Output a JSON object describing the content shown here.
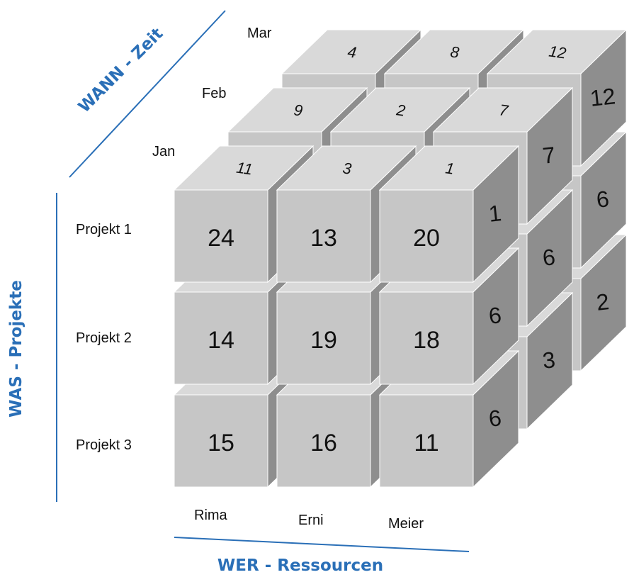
{
  "axes": {
    "time": {
      "title": "WANN - Zeit",
      "labels": [
        "Jan",
        "Feb",
        "Mar"
      ]
    },
    "projects": {
      "title": "WAS - Projekte",
      "labels": [
        "Projekt 1",
        "Projekt 2",
        "Projekt 3"
      ]
    },
    "resources": {
      "title": "WER - Ressourcen",
      "labels": [
        "Rima",
        "Erni",
        "Meier"
      ]
    }
  },
  "front_face": [
    [
      "24",
      "13",
      "20"
    ],
    [
      "14",
      "19",
      "18"
    ],
    [
      "15",
      "16",
      "11"
    ]
  ],
  "top_face": {
    "jan": [
      "11",
      "3",
      "1"
    ],
    "feb": [
      "9",
      "2",
      "7"
    ],
    "mar": [
      "4",
      "8",
      "12"
    ]
  },
  "right_face": {
    "jan": [
      "1",
      "6",
      "6"
    ],
    "feb": [
      "7",
      "6",
      "3"
    ],
    "mar": [
      "12",
      "6",
      "2"
    ]
  },
  "colors": {
    "accent": "#2a6fb7",
    "cube_front": "#c6c6c6",
    "cube_top": "#d9d9d9",
    "cube_side": "#8e8e8e"
  }
}
